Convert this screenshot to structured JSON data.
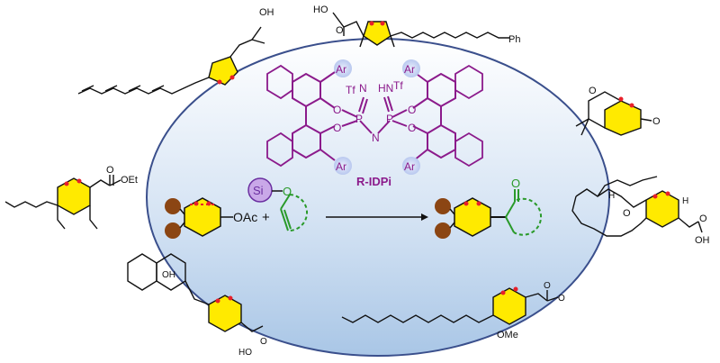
{
  "catalyst": {
    "name": "R-IDPi",
    "ar": "Ar",
    "tf": "Tf",
    "n": "N",
    "hn": "HN",
    "p": "P",
    "o": "O"
  },
  "reaction": {
    "leaving_group": "OAc",
    "plus": "+",
    "silyl": "Si",
    "o": "O"
  },
  "labels": {
    "oh": "OH",
    "ho": "HO",
    "oet": "OEt",
    "ome": "OMe",
    "ph": "Ph",
    "h": "H",
    "o": "O"
  },
  "colors": {
    "ellipse_top": "#ffffff",
    "ellipse_bottom": "#a9c6e6",
    "ellipse_stroke": "#3a4f8c",
    "peroxide_ring_fill": "#ffea00",
    "oxygen_red": "#e8202a",
    "catalyst_purple": "#8b1a8b",
    "silyl_fill": "#c9a8e8",
    "silyl_stroke": "#6b2fa0",
    "enol_green": "#2a9a2a",
    "dimethyl_brown": "#8b4513",
    "bond_black": "#111111"
  }
}
